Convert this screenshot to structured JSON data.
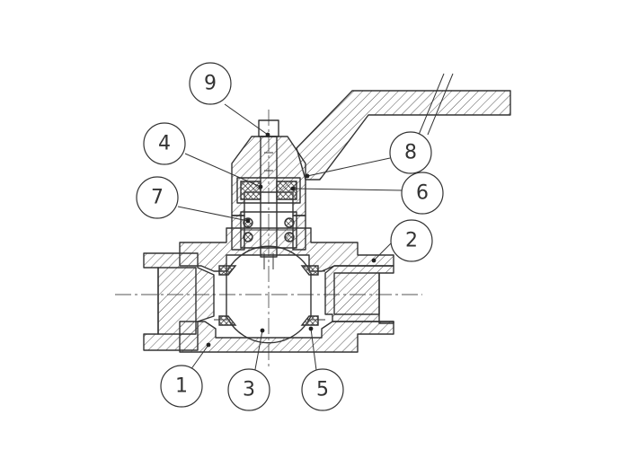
{
  "callouts": [
    {
      "id": "9",
      "label": "9"
    },
    {
      "id": "4",
      "label": "4"
    },
    {
      "id": "8",
      "label": "8"
    },
    {
      "id": "7",
      "label": "7"
    },
    {
      "id": "6",
      "label": "6"
    },
    {
      "id": "2",
      "label": "2"
    },
    {
      "id": "1",
      "label": "1"
    },
    {
      "id": "3",
      "label": "3"
    },
    {
      "id": "5",
      "label": "5"
    }
  ],
  "colors": {
    "line": "#333333",
    "hatch": "#555555",
    "background": "#ffffff"
  }
}
